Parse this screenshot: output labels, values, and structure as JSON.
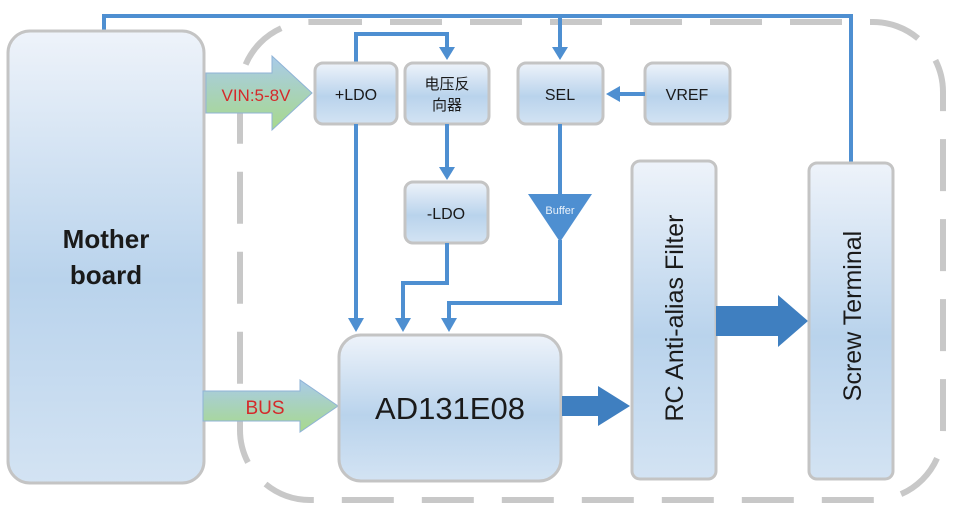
{
  "diagram": {
    "blocks": {
      "motherboard": {
        "line1": "Mother",
        "line2": "board"
      },
      "pos_ldo": "+LDO",
      "inverter": {
        "line1": "电压反",
        "line2": "向器"
      },
      "neg_ldo": "-LDO",
      "sel": "SEL",
      "vref": "VREF",
      "buffer": "Buffer",
      "adc": "AD131E08",
      "filter": "RC Anti-alias Filter",
      "terminal": "Screw Terminal"
    },
    "arrows": {
      "vin": "VIN:5-8V",
      "bus": "BUS"
    },
    "colors": {
      "wire": "#4e8fd1",
      "arrow_label": "#d42a2a",
      "block_border": "#c4c4c4",
      "dashed_border": "#c8c8c8"
    }
  }
}
